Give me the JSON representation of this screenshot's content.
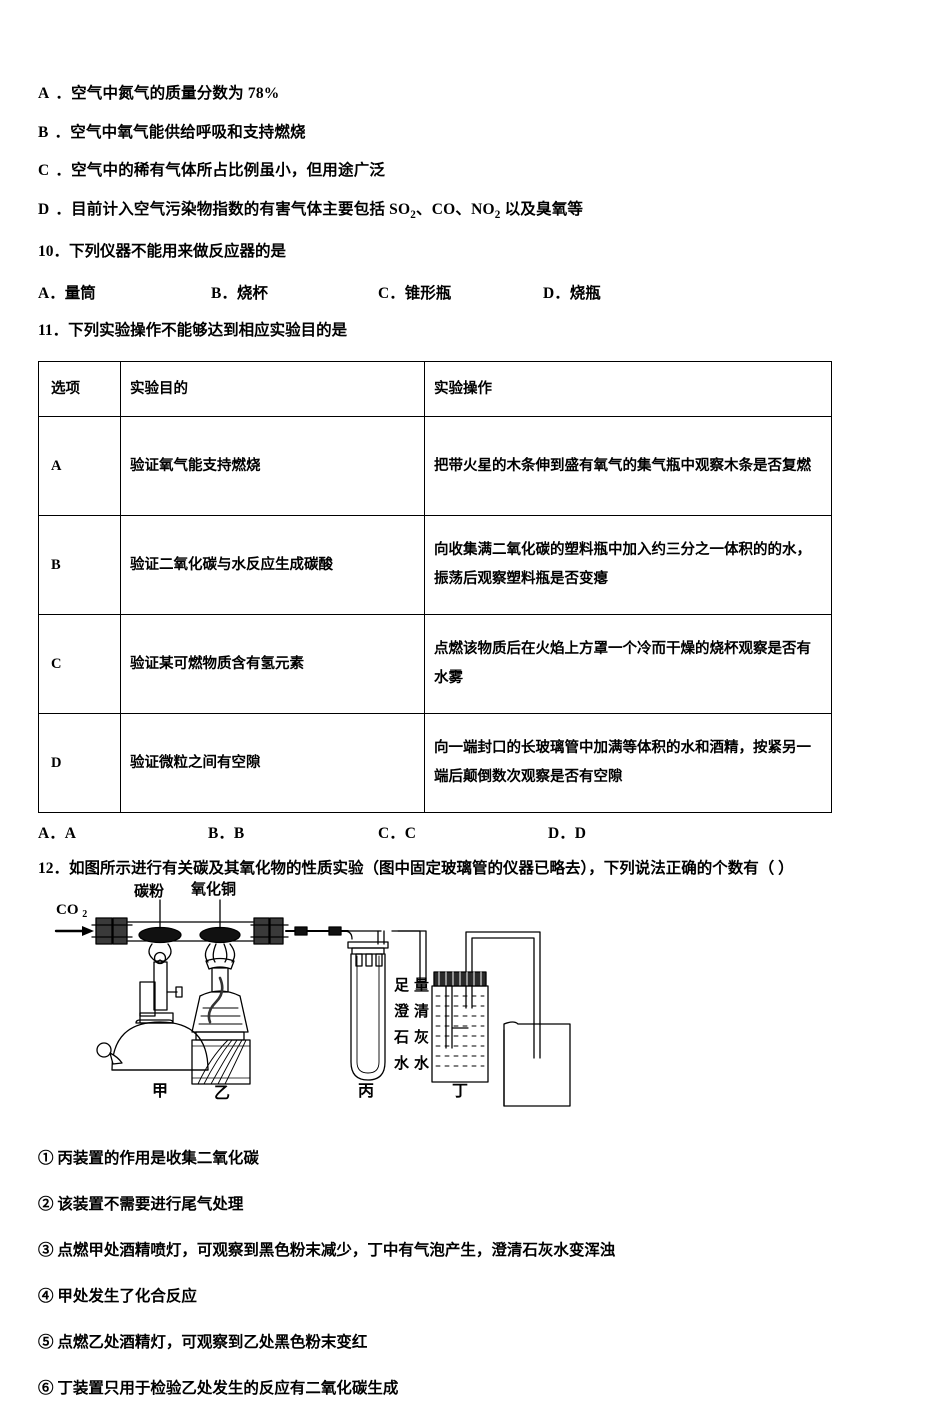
{
  "question9_options": [
    {
      "label": "A",
      "text": "空气中氮气的质量分数为 78%"
    },
    {
      "label": "B",
      "text": "空气中氧气能供给呼吸和支持燃烧"
    },
    {
      "label": "C",
      "text": "空气中的稀有气体所占比例虽小，但用途广泛"
    },
    {
      "label": "D",
      "text": "目前计入空气污染物指数的有害气体主要包括 SO2、CO、NO2 以及臭氧等"
    }
  ],
  "question10": {
    "stem": "10．下列仪器不能用来做反应器的是",
    "options": [
      {
        "label": "A．",
        "text": "量筒"
      },
      {
        "label": "B．",
        "text": "烧杯"
      },
      {
        "label": "C．",
        "text": "锥形瓶"
      },
      {
        "label": "D．",
        "text": "烧瓶"
      }
    ]
  },
  "question11": {
    "stem": "11．下列实验操作不能够达到相应实验目的是",
    "table": {
      "headers": [
        "选项",
        "实验目的",
        "实验操作"
      ],
      "rows": [
        {
          "option": "A",
          "goal": "验证氧气能支持燃烧",
          "operation": "把带火星的木条伸到盛有氧气的集气瓶中观察木条是否复燃"
        },
        {
          "option": "B",
          "goal": "验证二氧化碳与水反应生成碳酸",
          "operation": "向收集满二氧化碳的塑料瓶中加入约三分之一体积的的水，振荡后观察塑料瓶是否变瘪"
        },
        {
          "option": "C",
          "goal": "验证某可燃物质含有氢元素",
          "operation": "点燃该物质后在火焰上方罩一个冷而干燥的烧杯观察是否有水雾"
        },
        {
          "option": "D",
          "goal": "验证微粒之间有空隙",
          "operation": "向一端封口的长玻璃管中加满等体积的水和酒精，按紧另一端后颠倒数次观察是否有空隙"
        }
      ]
    },
    "answers": [
      "A．A",
      "B．B",
      "C．C",
      "D．D"
    ]
  },
  "question12": {
    "stem": "12．如图所示进行有关碳及其氧化物的性质实验（图中固定玻璃管的仪器已略去），下列说法正确的个数有（  ）",
    "diagram": {
      "inlet_label": "CO2",
      "top_labels": [
        "碳粉",
        "氧化铜"
      ],
      "apparatus_labels": [
        "甲",
        "乙",
        "丙",
        "丁"
      ],
      "vertical_label_right": "足量澄清石灰水",
      "vertical_label_col1": "足澄石水",
      "vertical_label_col2": "量清灰水"
    },
    "statements": [
      "① 丙装置的作用是收集二氧化碳",
      "② 该装置不需要进行尾气处理",
      "③ 点燃甲处酒精喷灯，可观察到黑色粉末减少，丁中有气泡产生，澄清石灰水变浑浊",
      "④ 甲处发生了化合反应",
      "⑤ 点燃乙处酒精灯，可观察到乙处黑色粉末变红",
      "⑥ 丁装置只用于检验乙处发生的反应有二氧化碳生成"
    ]
  },
  "colors": {
    "text": "#000000",
    "table_border": "#000000",
    "background": "#ffffff"
  }
}
